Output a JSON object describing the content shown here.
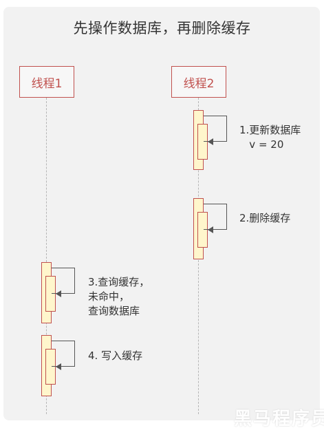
{
  "diagram": {
    "title": "先操作数据库，再删除缓存",
    "actors": [
      {
        "label": "线程1"
      },
      {
        "label": "线程2"
      }
    ],
    "steps": [
      {
        "label": "1.更新数据库\n   v = 20"
      },
      {
        "label": "2.删除缓存"
      },
      {
        "label": "3.查询缓存，\n未命中，\n查询数据库"
      },
      {
        "label": "4. 写入缓存"
      }
    ],
    "watermark": "黑马程序员"
  }
}
